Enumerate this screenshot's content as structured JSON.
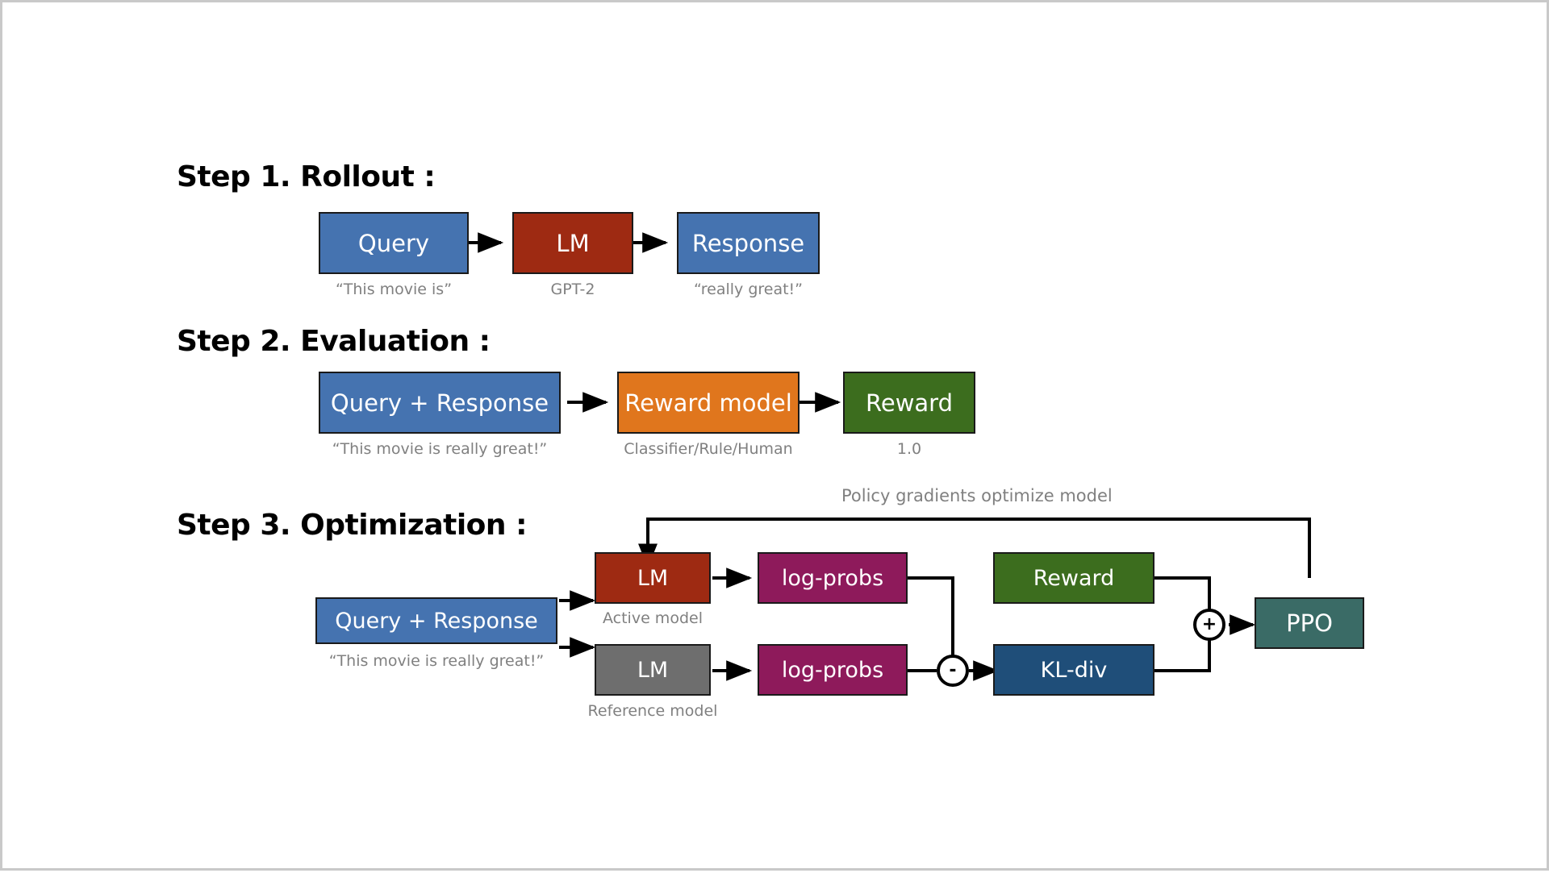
{
  "colors": {
    "blue": "#4573B0",
    "dark_red": "#9E2A12",
    "orange": "#E0761D",
    "green": "#3C6D1E",
    "gray": "#6E6E6E",
    "magenta": "#8E1A5B",
    "navy": "#1F4E79",
    "teal": "#3A6B66",
    "stroke": "#1a1a1a",
    "caption_gray": "#808080",
    "frame": "#c9c9c9"
  },
  "steps": [
    {
      "title": "Step 1. Rollout :",
      "nodes": [
        {
          "label": "Query",
          "caption": "“This movie is”"
        },
        {
          "label": "LM",
          "caption": "GPT-2"
        },
        {
          "label": "Response",
          "caption": "“really great!”"
        }
      ]
    },
    {
      "title": "Step 2. Evaluation :",
      "nodes": [
        {
          "label": "Query + Response",
          "caption": "“This movie is really great!”"
        },
        {
          "label": "Reward model",
          "caption": "Classifier/Rule/Human"
        },
        {
          "label": "Reward",
          "caption": "1.0"
        }
      ]
    },
    {
      "title": "Step 3. Optimization :",
      "loop_label": "Policy gradients optimize model",
      "nodes": [
        {
          "label": "Query + Response",
          "caption": "“This movie is really great!”"
        },
        {
          "label": "LM",
          "caption": "Active model"
        },
        {
          "label": "LM",
          "caption": "Reference model"
        },
        {
          "label": "log-probs",
          "caption": ""
        },
        {
          "label": "log-probs",
          "caption": ""
        },
        {
          "label": "Reward",
          "caption": ""
        },
        {
          "label": "KL-div",
          "caption": ""
        },
        {
          "label": "PPO",
          "caption": ""
        }
      ],
      "operators": [
        {
          "symbol": "-"
        },
        {
          "symbol": "+"
        }
      ]
    }
  ]
}
